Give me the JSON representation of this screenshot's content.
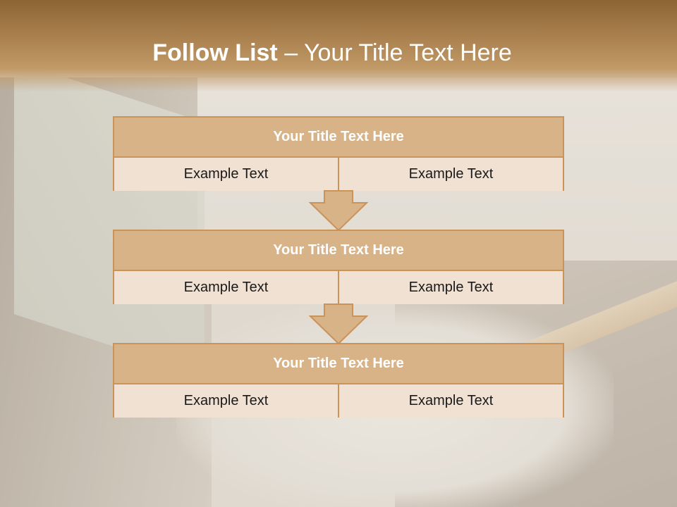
{
  "slide": {
    "title_bold": "Follow List",
    "title_rest": " – Your Title Text Here"
  },
  "blocks": [
    {
      "title": "Your Title Text Here",
      "cells": [
        "Example Text",
        "Example Text"
      ]
    },
    {
      "title": "Your Title Text Here",
      "cells": [
        "Example Text",
        "Example Text"
      ]
    },
    {
      "title": "Your Title Text Here",
      "cells": [
        "Example Text",
        "Example Text"
      ]
    }
  ],
  "colors": {
    "accent": "#c9935a",
    "block_title_fill": "#d8b387",
    "cell_fill": "#f0e1d3",
    "title_bar": "#a9804e"
  }
}
